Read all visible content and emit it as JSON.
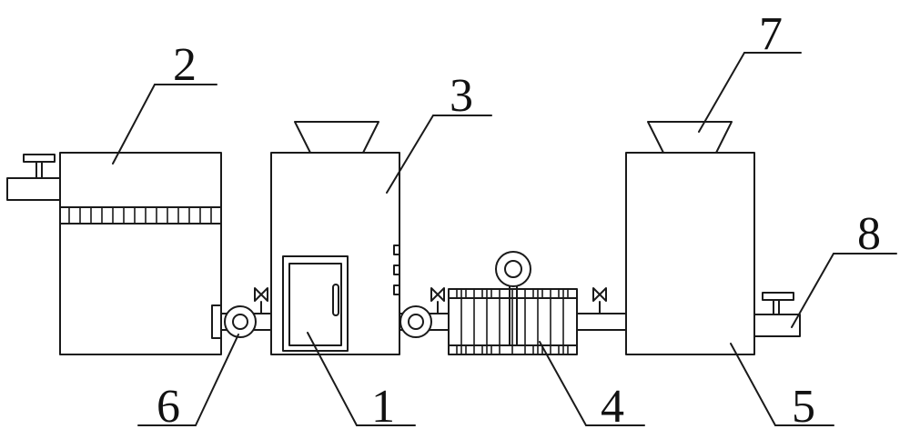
{
  "labels": {
    "l1": "1",
    "l2": "2",
    "l3": "3",
    "l4": "4",
    "l5": "5",
    "l6": "6",
    "l7": "7",
    "l8": "8"
  },
  "colors": {
    "line": "#1a1a1a",
    "background": "#ffffff"
  }
}
